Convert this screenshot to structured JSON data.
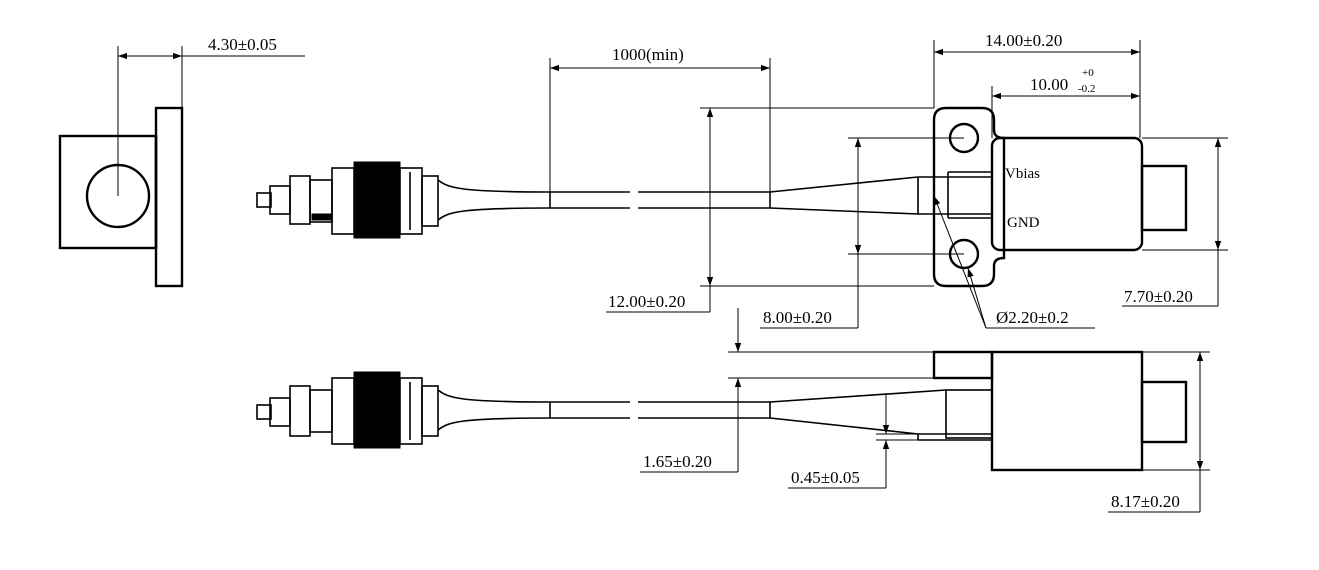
{
  "labels": {
    "vbias": "Vbias",
    "gnd": "GND"
  },
  "dimensions": {
    "side_view_width": "4.30±0.05",
    "fiber_length": "1000(min)",
    "body_length": "14.00±0.20",
    "case_length_base": "10.00",
    "case_length_tol_upper": "+0",
    "case_length_tol_lower": "-0.2",
    "flange_height": "12.00±0.20",
    "hole_spacing": "8.00±0.20",
    "hole_diameter": "Ø2.20±0.2",
    "case_height": "7.70±0.20",
    "flange_thickness": "1.65±0.20",
    "lead_thickness": "0.45±0.05",
    "total_height": "8.17±0.20"
  }
}
